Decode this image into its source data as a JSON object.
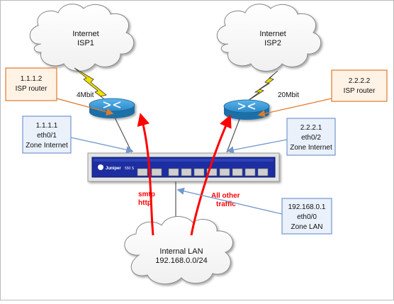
{
  "clouds": {
    "isp1": {
      "line1": "Internet",
      "line2": "ISP1"
    },
    "isp2": {
      "line1": "Internet",
      "line2": "ISP2"
    },
    "lan": {
      "line1": "Internal LAN",
      "line2": "192.168.0.0/24"
    }
  },
  "links": {
    "isp1_speed": "4Mbit",
    "isp2_speed": "20Mbit"
  },
  "callouts": {
    "isp1_router": {
      "line1": "1.1.1.2",
      "line2": "ISP router"
    },
    "isp2_router": {
      "line1": "2.2.2.2",
      "line2": "ISP router"
    },
    "eth01": {
      "line1": "1.1.1.1",
      "line2": "eth0/1",
      "line3": "Zone Internet"
    },
    "eth02": {
      "line1": "2.2.2.1",
      "line2": "eth0/2",
      "line3": "Zone Internet"
    },
    "eth00": {
      "line1": "192.168.0.1",
      "line2": "eth0/0",
      "line3": "Zone LAN"
    }
  },
  "traffic": {
    "left_line1": "smtp",
    "left_line2": "http",
    "right_line1": "All other",
    "right_line2": "traffic"
  },
  "firewall": {
    "brand": "Juniper",
    "model": "550 S"
  },
  "colors": {
    "orange_border": "#e07a2b",
    "blue_border": "#7397cf",
    "blue_fill": "#eaf1fb",
    "orange_fill": "#fff3e6",
    "traffic_red": "#ff0000",
    "bolt_yellow": "#f0e000",
    "router_blue": "#2a88c8",
    "firewall_navy": "#1a2ea0"
  }
}
